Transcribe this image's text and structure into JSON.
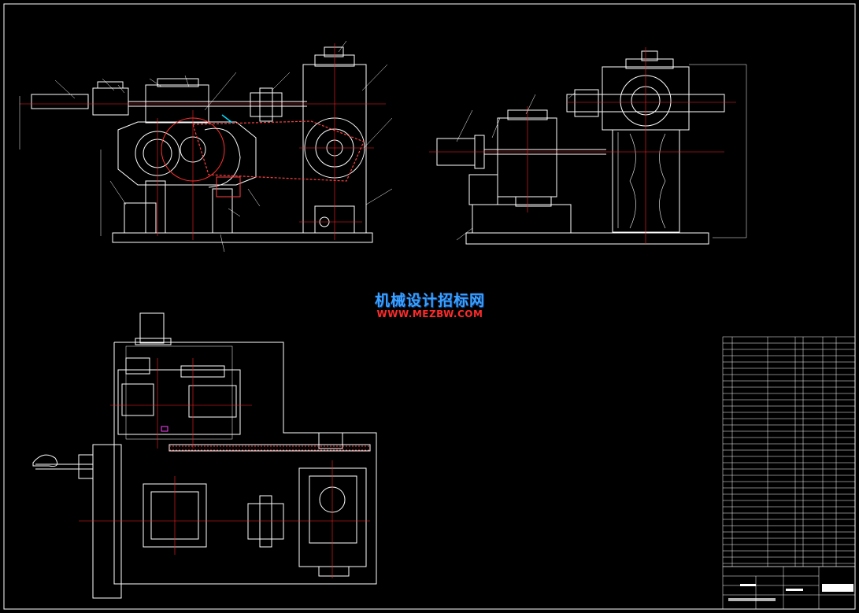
{
  "watermark": {
    "title": "机械设计招标网",
    "url": "WWW.MEZBW.COM"
  },
  "colors": {
    "background": "#000000",
    "outline": "#ffffff",
    "centerline": "#ff2020",
    "chain": "#ff4040",
    "accent_cyan": "#00e0ff",
    "accent_magenta": "#ff40ff",
    "watermark_blue": "#3aa0ff",
    "watermark_red": "#ff2a2a"
  },
  "views": [
    "front-elevation",
    "side-elevation",
    "plan-view",
    "bill-of-materials",
    "title-block"
  ]
}
